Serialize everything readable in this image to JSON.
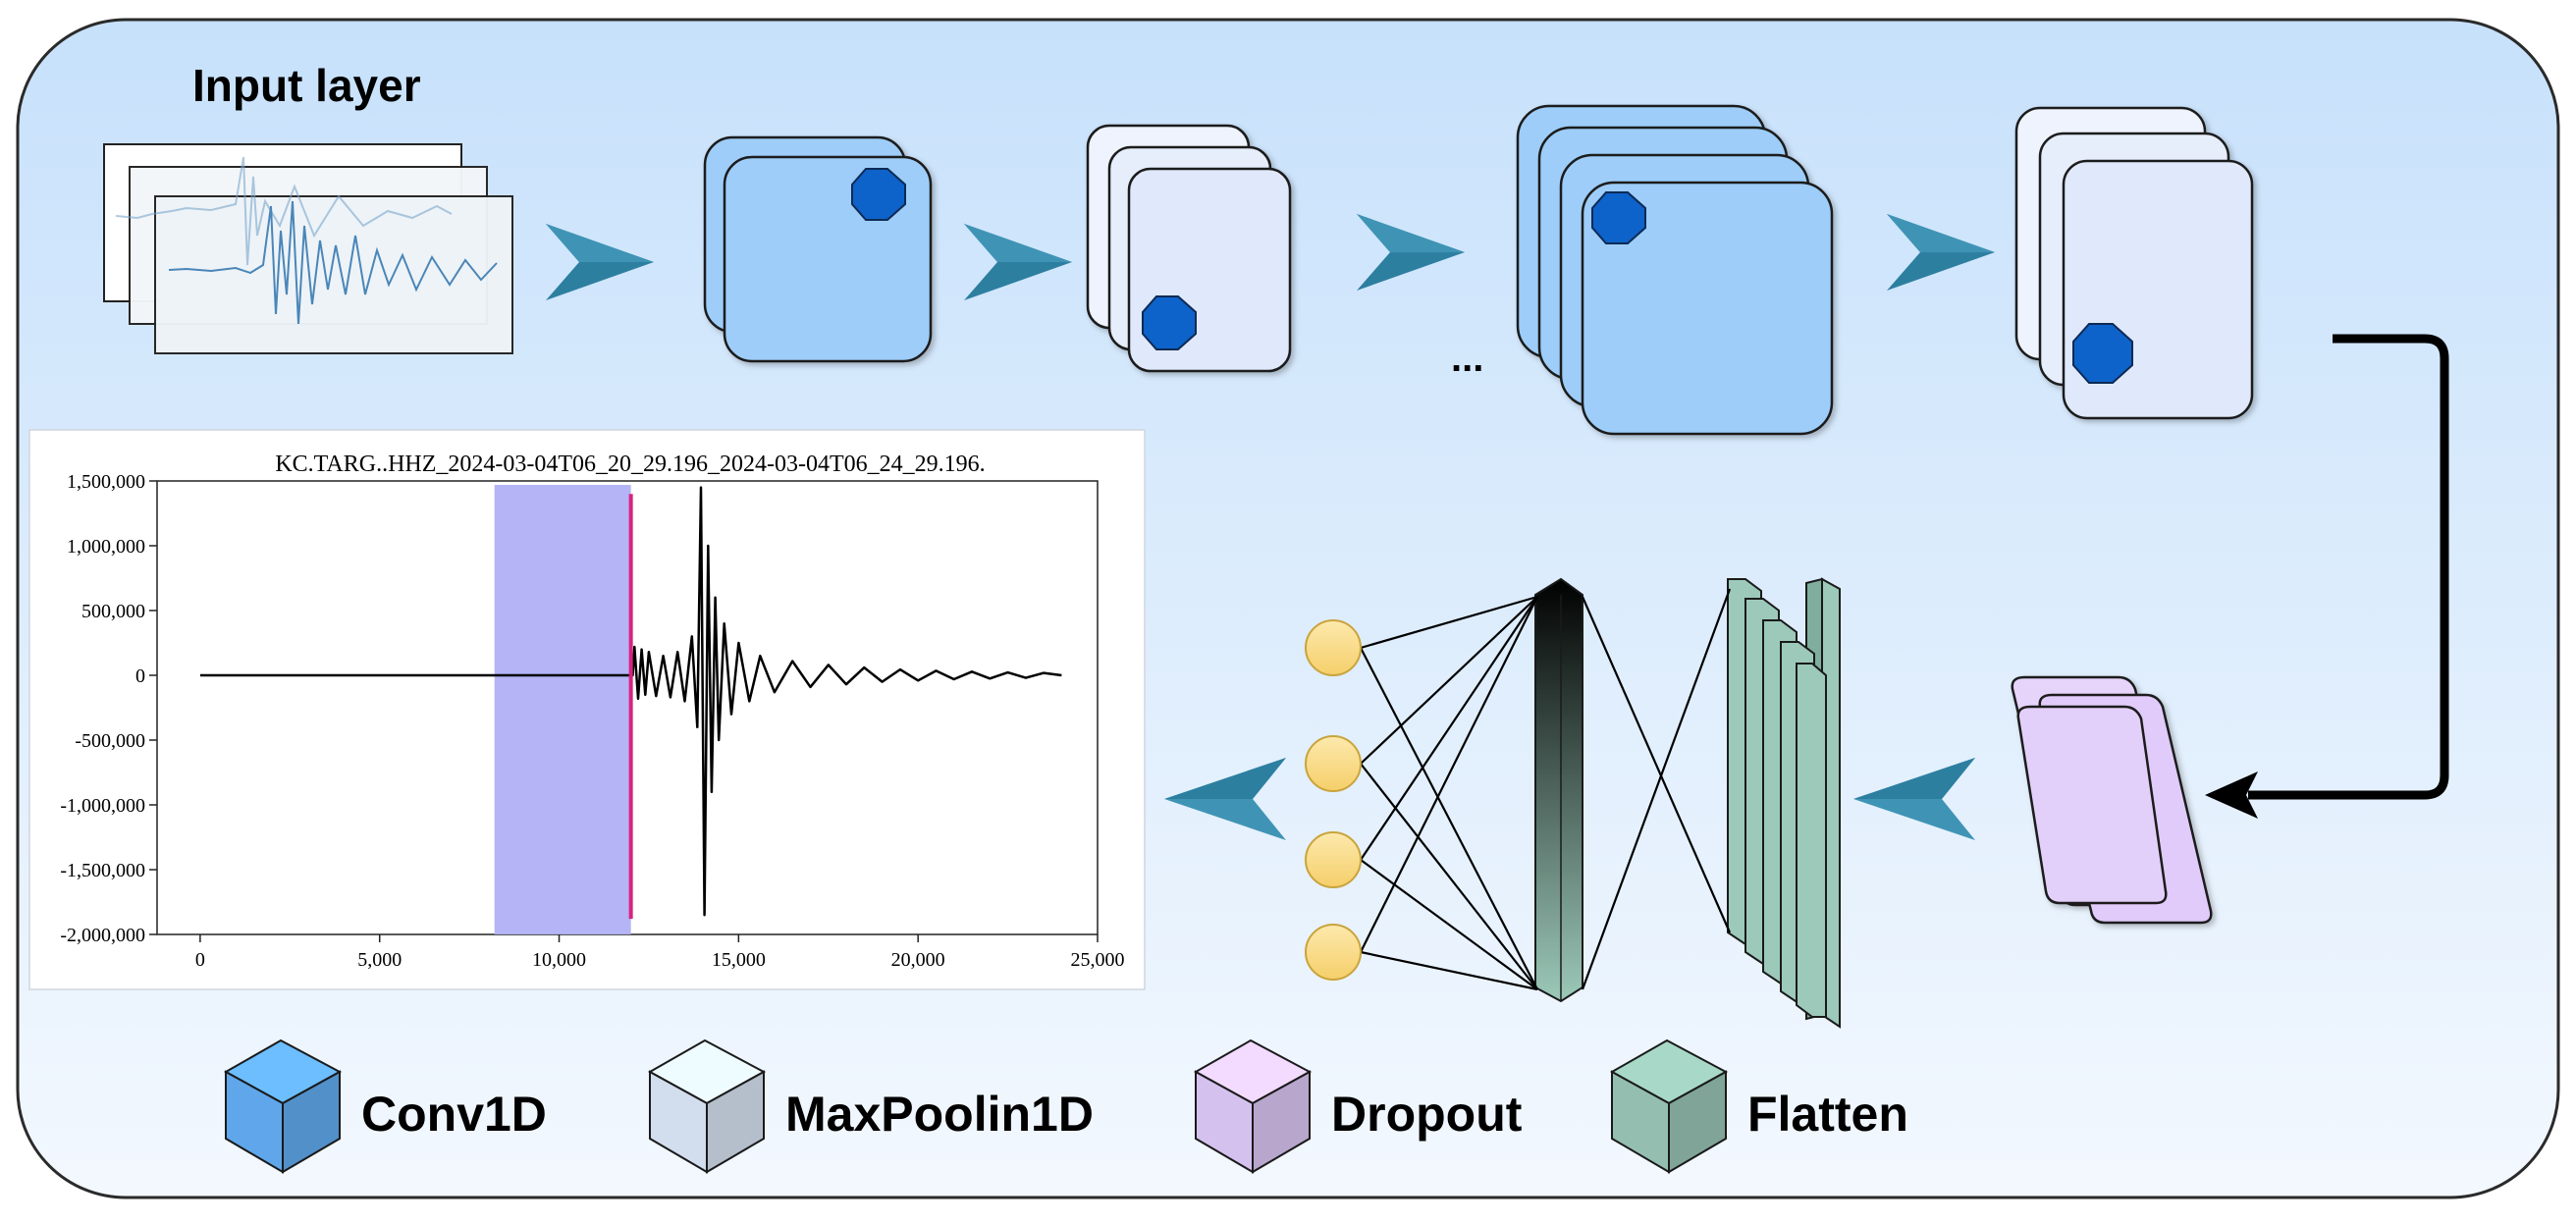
{
  "input_label": "Input layer",
  "ellipsis": "...",
  "legend": [
    {
      "label": "Conv1D",
      "color": "#64b0f6",
      "icon": "cube-icon"
    },
    {
      "label": "MaxPoolin1D",
      "color": "#dde9f9",
      "icon": "cube-icon"
    },
    {
      "label": "Dropout",
      "color": "#e0cbfa",
      "icon": "cube-icon"
    },
    {
      "label": "Flatten",
      "color": "#9cc9b9",
      "icon": "cube-icon"
    }
  ],
  "colors": {
    "panel_top": "#c7e1fb",
    "panel_bottom": "#f3f8fe",
    "conv": "#9dcdf8",
    "pool": "#e0e8fb",
    "dropout": "#e0cbfa",
    "flatten": "#9cc9b9",
    "arrow": "#2c7d9c",
    "neuron": "#fbe08a",
    "kernel": "#0a63c9",
    "shade": "#b0b0f5",
    "pick": "#d6247e"
  },
  "chart_data": {
    "type": "line",
    "title": "KC.TARG..HHZ_2024-03-04T06_20_29.196_2024-03-04T06_24_29.196.",
    "xlabel": "",
    "ylabel": "",
    "xlim": [
      -1200,
      25000
    ],
    "ylim": [
      -2000000,
      1500000
    ],
    "x_ticks": [
      0,
      5000,
      10000,
      15000,
      20000,
      25000
    ],
    "x_tick_labels": [
      "0",
      "5,000",
      "10,000",
      "15,000",
      "20,000",
      "25,000"
    ],
    "y_ticks": [
      1500000,
      1000000,
      500000,
      0,
      -500000,
      -1000000,
      -1500000,
      -2000000
    ],
    "y_tick_labels": [
      "1,500,000",
      "1,000,000",
      "500,000",
      "0",
      "-500,000",
      "-1,000,000",
      "-1,500,000",
      "-2,000,000"
    ],
    "shaded_span": [
      8200,
      12000
    ],
    "pick_x": 12000,
    "series": [
      {
        "color": "#000000",
        "points": [
          [
            0,
            0
          ],
          [
            12050,
            0
          ],
          [
            12100,
            220000
          ],
          [
            12200,
            -180000
          ],
          [
            12300,
            200000
          ],
          [
            12400,
            -150000
          ],
          [
            12500,
            180000
          ],
          [
            12700,
            -160000
          ],
          [
            12900,
            150000
          ],
          [
            13100,
            -170000
          ],
          [
            13300,
            180000
          ],
          [
            13500,
            -200000
          ],
          [
            13700,
            300000
          ],
          [
            13850,
            -400000
          ],
          [
            13950,
            1450000
          ],
          [
            14050,
            -1850000
          ],
          [
            14150,
            1000000
          ],
          [
            14250,
            -900000
          ],
          [
            14350,
            600000
          ],
          [
            14450,
            -500000
          ],
          [
            14600,
            400000
          ],
          [
            14800,
            -300000
          ],
          [
            15000,
            250000
          ],
          [
            15300,
            -200000
          ],
          [
            15600,
            150000
          ],
          [
            16000,
            -130000
          ],
          [
            16500,
            110000
          ],
          [
            17000,
            -90000
          ],
          [
            17500,
            80000
          ],
          [
            18000,
            -70000
          ],
          [
            18500,
            60000
          ],
          [
            19000,
            -50000
          ],
          [
            19500,
            45000
          ],
          [
            20000,
            -40000
          ],
          [
            20500,
            35000
          ],
          [
            21000,
            -30000
          ],
          [
            21500,
            28000
          ],
          [
            22000,
            -25000
          ],
          [
            22500,
            22000
          ],
          [
            23000,
            -20000
          ],
          [
            23500,
            18000
          ],
          [
            24000,
            0
          ]
        ]
      }
    ]
  }
}
